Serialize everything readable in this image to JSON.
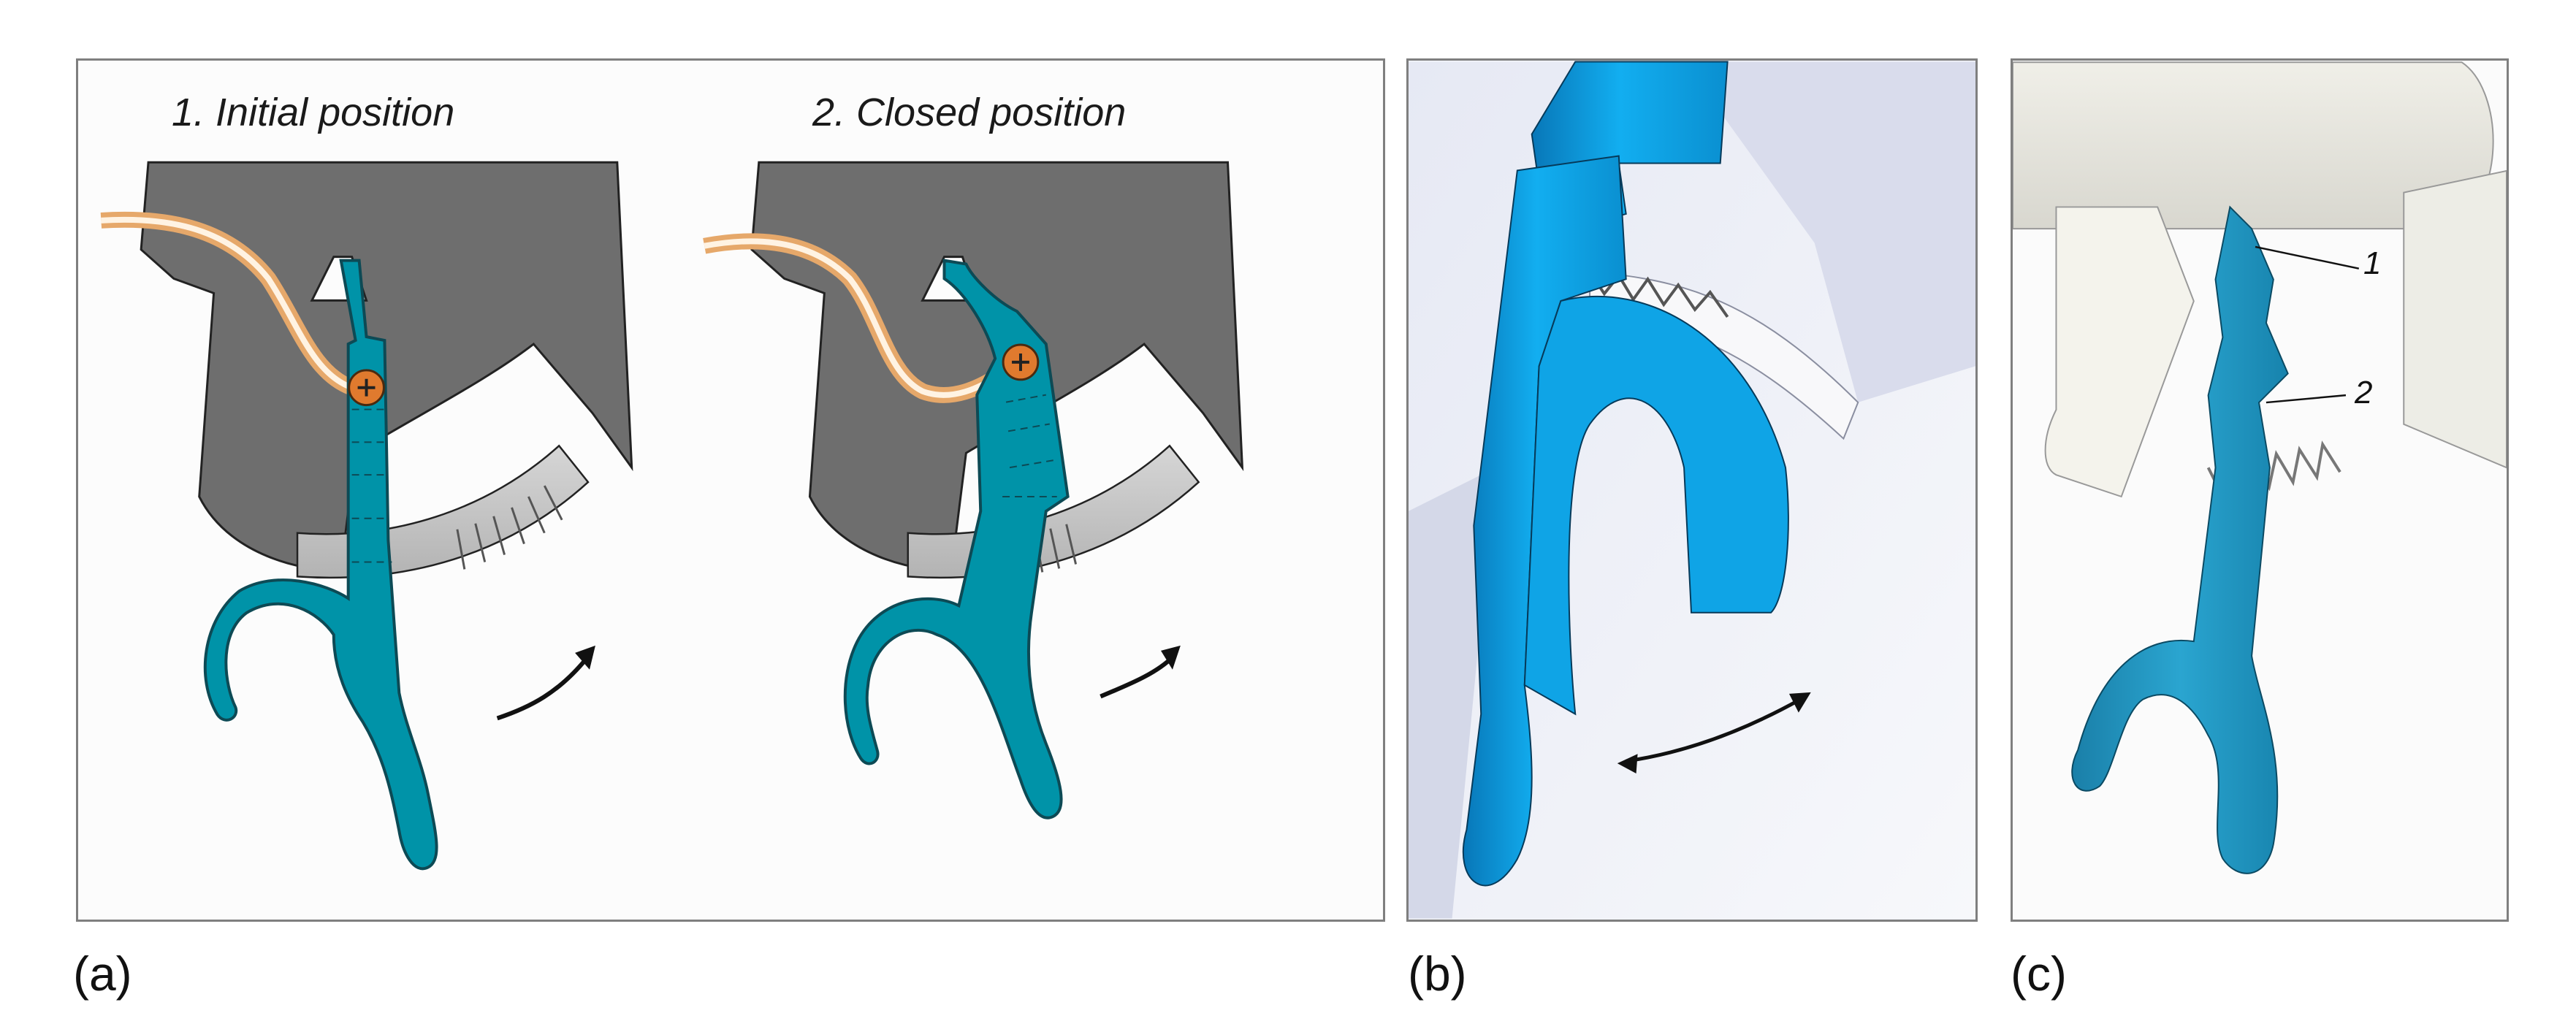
{
  "panel_a": {
    "caption_initial": "1. Initial position",
    "caption_closed": "2. Closed position"
  },
  "labels": {
    "a": "(a)",
    "b": "(b)",
    "c": "(c)"
  },
  "panel_c": {
    "callout_1": "1",
    "callout_2": "2"
  },
  "colors": {
    "lever": "#0093a8",
    "lever_3d": "#0aa3d6",
    "housing": "#6e6e6e",
    "ratchet": "#c8c8c8",
    "screw": "#e07a2e",
    "cable": "#e6a86a"
  }
}
